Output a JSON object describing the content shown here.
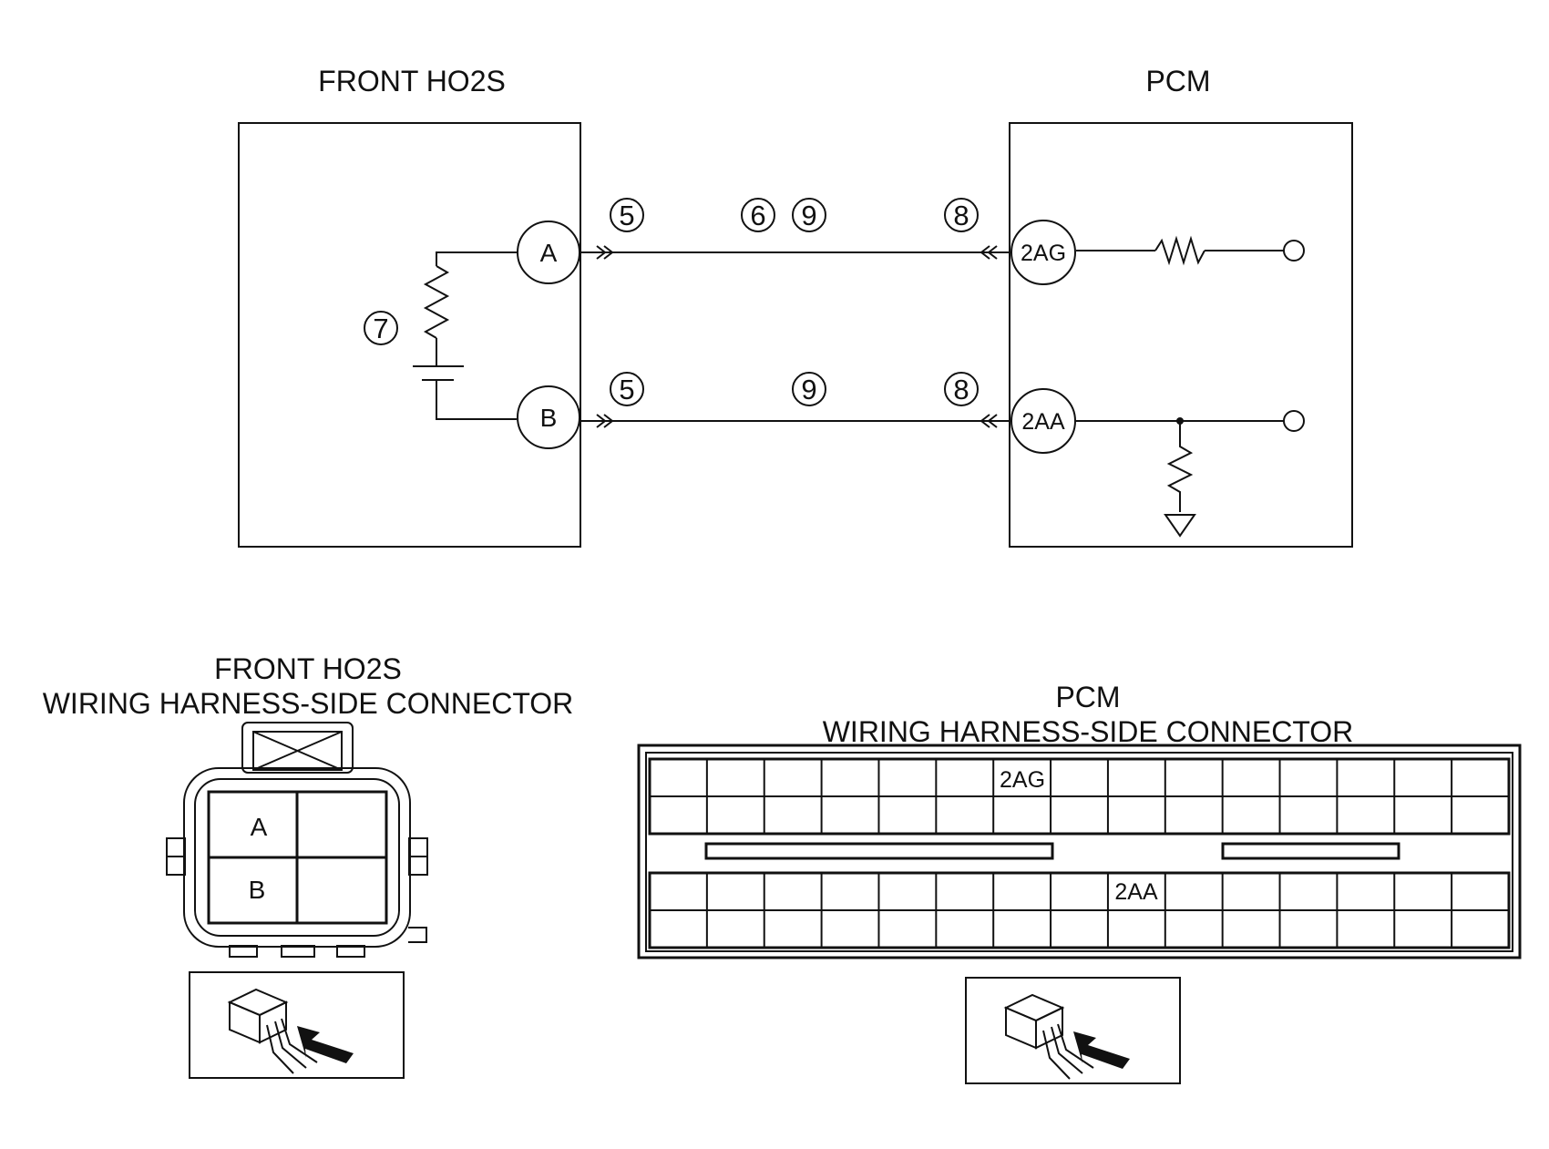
{
  "schematic": {
    "left_module": {
      "title": "FRONT HO2S",
      "terminals": [
        "A",
        "B"
      ]
    },
    "right_module": {
      "title": "PCM",
      "terminals": [
        "2AG",
        "2AA"
      ]
    },
    "circuit_a_markers": [
      "5",
      "6",
      "9",
      "8"
    ],
    "circuit_b_markers": [
      "5",
      "9",
      "8"
    ],
    "sensor_marker": "7"
  },
  "ho2s_connector": {
    "title_line1": "FRONT HO2S",
    "title_line2": "WIRING HARNESS-SIDE CONNECTOR",
    "cavities": [
      "A",
      "B"
    ],
    "view_icon": "harness-side-view-icon"
  },
  "pcm_connector": {
    "title_line1": "PCM",
    "title_line2": "WIRING HARNESS-SIDE CONNECTOR",
    "cavity_top": "2AG",
    "cavity_bottom": "2AA",
    "view_icon": "harness-side-view-icon"
  },
  "colors": {
    "line": "#111111",
    "background": "#ffffff"
  }
}
